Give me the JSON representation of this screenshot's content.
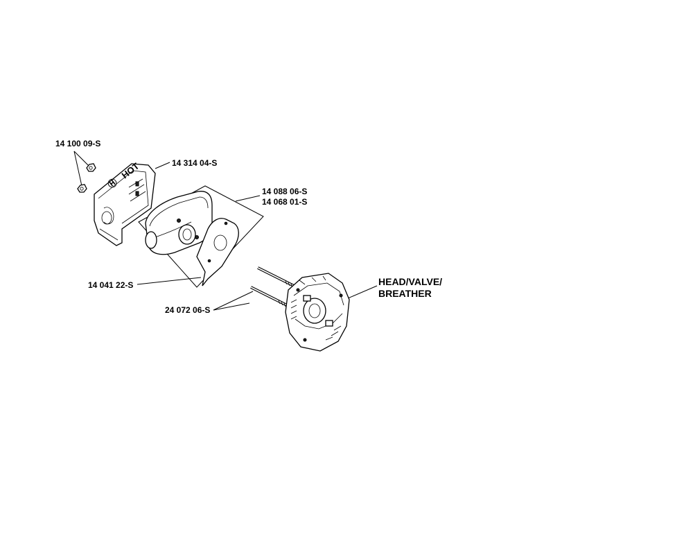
{
  "labels": {
    "nut": "14 100 09-S",
    "muffler_guard": "14 314 04-S",
    "muffler_a": "14 088 06-S",
    "muffler_b": "14 068 01-S",
    "gasket": "14 041 22-S",
    "studs": "24 072 06-S",
    "head_line1": "HEAD/VALVE/",
    "head_line2": "BREATHER"
  },
  "colors": {
    "ink": "#000000",
    "paper": "#ffffff"
  }
}
